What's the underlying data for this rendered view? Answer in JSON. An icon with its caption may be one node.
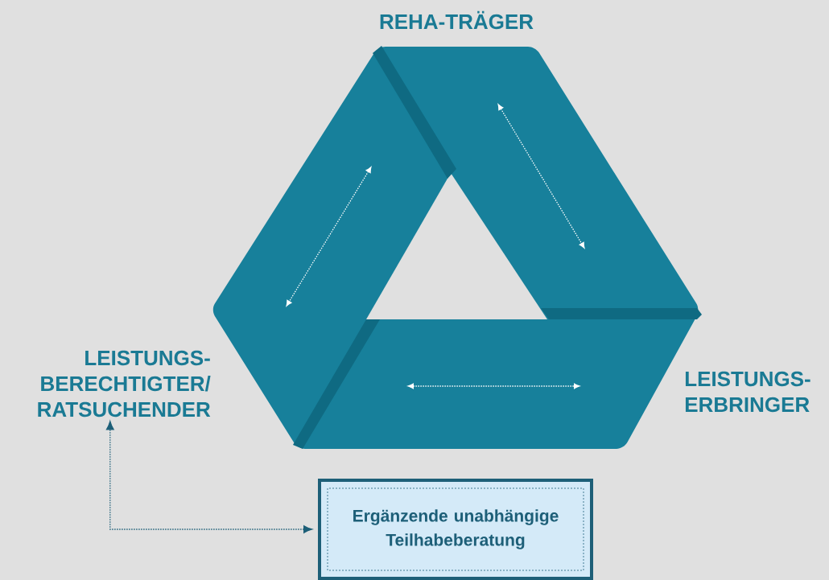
{
  "diagram": {
    "nodes": [
      {
        "text": [
          "REHA-TRÄGER"
        ]
      },
      {
        "text": [
          "LEISTUNGS- BERECHTIGTER/ RATSUCHENDER"
        ]
      },
      {
        "text": [
          "LEISTUNGS- ERBRINGER"
        ]
      },
      {
        "text": [
          "Ergänzende unabhängige Teilhabeberatung"
        ]
      }
    ],
    "edges": [
      {
        "from": 3,
        "to": 1,
        "arrow": "both",
        "style": "dashed"
      }
    ]
  }
}
